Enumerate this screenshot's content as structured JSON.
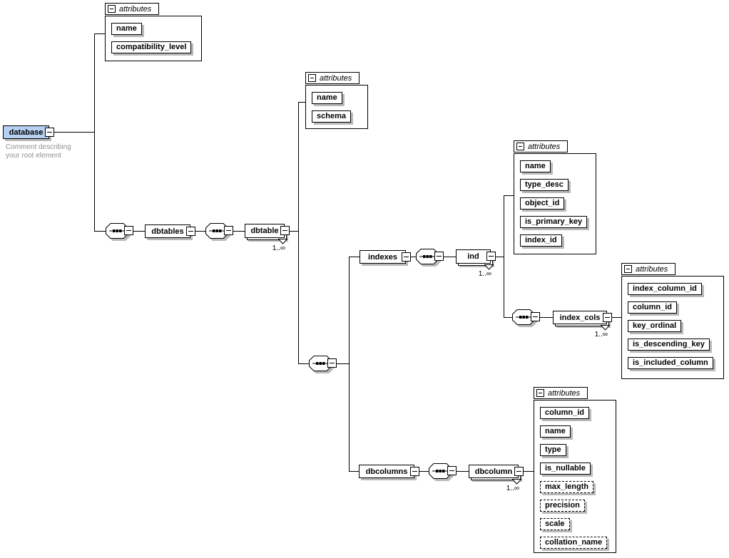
{
  "diagram": {
    "root": {
      "label": "database",
      "comment": "Comment describing your root element"
    },
    "elements": {
      "dbtables": {
        "label": "dbtables"
      },
      "dbtable": {
        "label": "dbtable",
        "occurs": "1..∞"
      },
      "indexes": {
        "label": "indexes"
      },
      "ind": {
        "label": "ind",
        "occurs": "1..∞"
      },
      "index_cols": {
        "label": "index_cols",
        "occurs": "1..∞"
      },
      "dbcolumns": {
        "label": "dbcolumns"
      },
      "dbcolumn": {
        "label": "dbcolumn",
        "occurs": "1..∞"
      }
    },
    "attribute_groups": {
      "database": {
        "title": "attributes",
        "items": [
          {
            "name": "name",
            "optional": false
          },
          {
            "name": "compatibility_level",
            "optional": false
          }
        ]
      },
      "dbtable": {
        "title": "attributes",
        "items": [
          {
            "name": "name",
            "optional": false
          },
          {
            "name": "schema",
            "optional": false
          }
        ]
      },
      "ind": {
        "title": "attributes",
        "items": [
          {
            "name": "name",
            "optional": false
          },
          {
            "name": "type_desc",
            "optional": false
          },
          {
            "name": "object_id",
            "optional": false
          },
          {
            "name": "is_primary_key",
            "optional": false
          },
          {
            "name": "index_id",
            "optional": false
          }
        ]
      },
      "index_cols": {
        "title": "attributes",
        "items": [
          {
            "name": "index_column_id",
            "optional": false
          },
          {
            "name": "column_id",
            "optional": false
          },
          {
            "name": "key_ordinal",
            "optional": false
          },
          {
            "name": "is_descending_key",
            "optional": false
          },
          {
            "name": "is_included_column",
            "optional": false
          }
        ]
      },
      "dbcolumn": {
        "title": "attributes",
        "items": [
          {
            "name": "column_id",
            "optional": false
          },
          {
            "name": "name",
            "optional": false
          },
          {
            "name": "type",
            "optional": false
          },
          {
            "name": "is_nullable",
            "optional": false
          },
          {
            "name": "max_length",
            "optional": true
          },
          {
            "name": "precision",
            "optional": true
          },
          {
            "name": "scale",
            "optional": true
          },
          {
            "name": "collation_name",
            "optional": true
          }
        ]
      }
    },
    "colors": {
      "root_fill": "#b5d0f0",
      "shadow": "#b9b9b9",
      "connector": "#000000",
      "comment_text": "#8f8f8f"
    }
  }
}
